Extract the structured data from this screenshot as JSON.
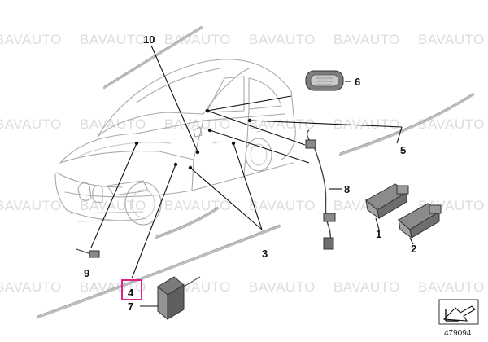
{
  "diagram": {
    "watermark": "BAVAUTO",
    "callouts": {
      "c1": "1",
      "c2": "2",
      "c3": "3",
      "c4": "4",
      "c5": "5",
      "c6": "6",
      "c7": "7",
      "c8": "8",
      "c9": "9",
      "c10": "10"
    },
    "highlighted_callout": "4",
    "part_number": "479094",
    "highlight_color": "#e0218a"
  }
}
